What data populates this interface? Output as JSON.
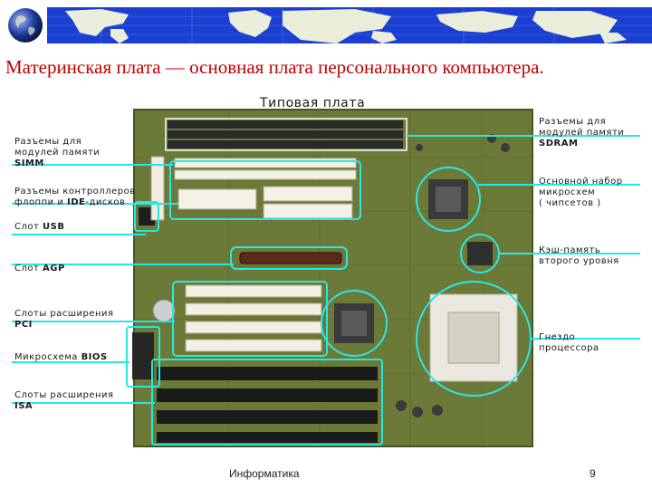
{
  "slide": {
    "title": "Материнская плата — основная плата персонального компьютера.",
    "footer": "Информатика",
    "page_number": "9"
  },
  "diagram": {
    "heading": "Типовая плата",
    "labels": {
      "simm_1": "Разъемы для",
      "simm_2": "модулей памяти",
      "simm_3": "SIMM",
      "ctrl_1": "Разъемы контроллеров",
      "ctrl_2a": "флоппи и ",
      "ctrl_2b": "IDE",
      "ctrl_2c": "-дисков",
      "usb_a": "Слот ",
      "usb_b": "USB",
      "agp_a": "Слот ",
      "agp_b": "AGP",
      "pci_1": "Слоты расширения",
      "pci_2": "PCI",
      "bios_a": "Микросхема ",
      "bios_b": "BIOS",
      "isa_1": "Слоты расширения",
      "isa_2": "ISA",
      "sdram_1": "Разъемы для",
      "sdram_2": "модулей памяти",
      "sdram_3": "SDRAM",
      "chipset_1": "Основной набор",
      "chipset_2": "микросхем",
      "chipset_3": "( чипсетов )",
      "cache_1": "Кэш-память",
      "cache_2": "второго уровня",
      "socket_1": "Гнездо",
      "socket_2": "процессора"
    }
  },
  "colors": {
    "highlight": "#29e6e6",
    "title": "#c00000",
    "board": "#6b7a36"
  },
  "icons": [
    "globe-icon",
    "world-map-banner"
  ]
}
